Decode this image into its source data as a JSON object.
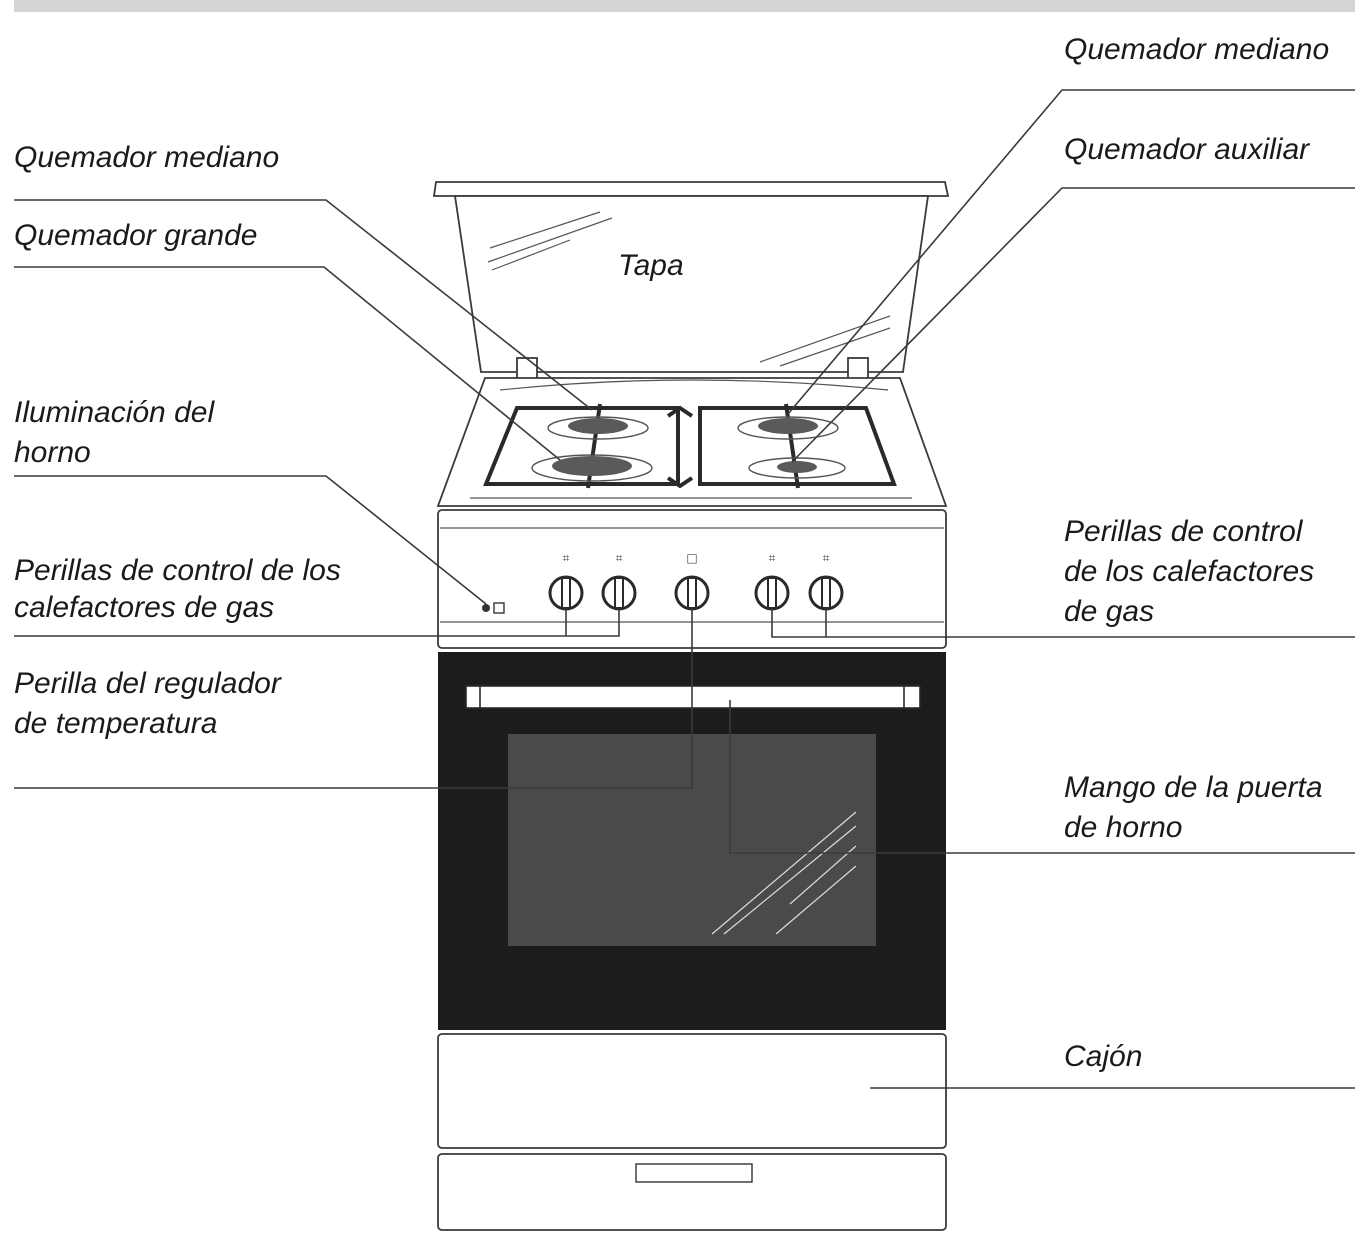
{
  "labels": {
    "top_right_burner": "Quemador mediano",
    "aux_burner": "Quemador auxiliar",
    "left_medium_burner": "Quemador mediano",
    "large_burner": "Quemador grande",
    "lid": "Tapa",
    "oven_light": [
      "Iluminación del",
      "horno"
    ],
    "gas_knobs_left": [
      "Perillas de control de los",
      "calefactores de gas"
    ],
    "gas_knobs_right": [
      "Perillas de control",
      "de los calefactores",
      "de gas"
    ],
    "temp_knob": [
      "Perilla del regulador",
      "de temperatura"
    ],
    "door_handle": [
      "Mango de la puerta",
      "de horno"
    ],
    "drawer": "Cajón"
  },
  "colors": {
    "banner": "#d4d4d4",
    "oven_door": "#1c1c1c",
    "oven_window": "#4a4a4a",
    "burner_cap": "#5a5a5a",
    "line": "#3a3a3a"
  }
}
